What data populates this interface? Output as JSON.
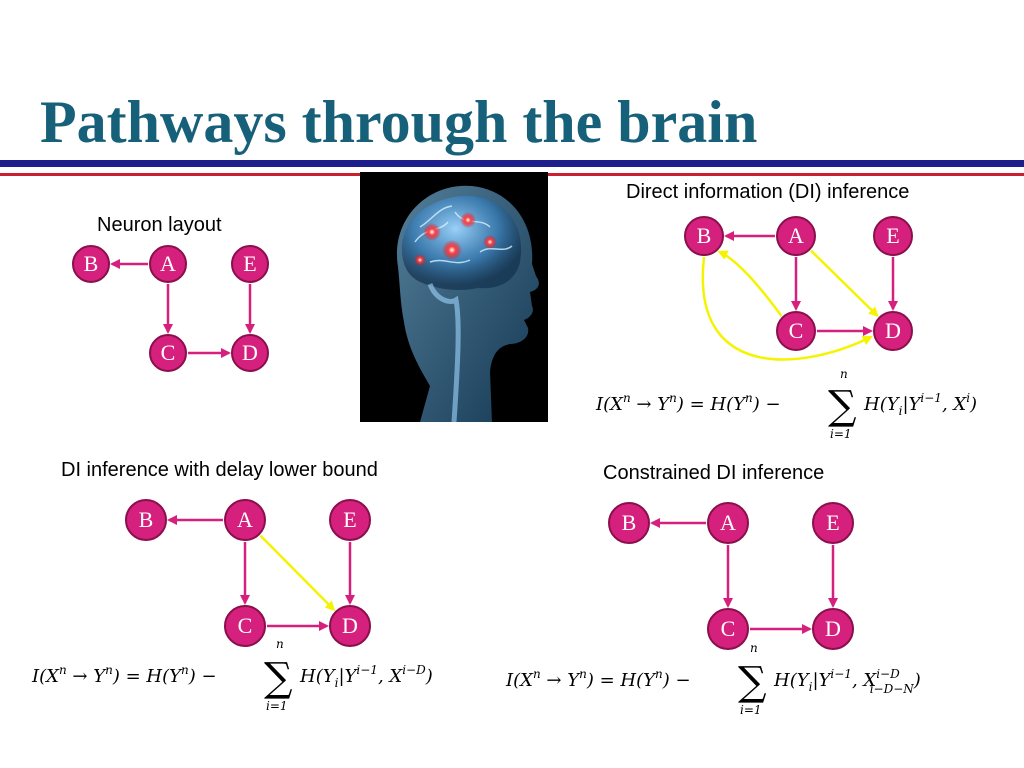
{
  "title": "Pathways through the brain",
  "colors": {
    "title": "#17607a",
    "node_fill": "#d6207e",
    "node_stroke": "#8a0f4c",
    "edge_pink": "#d6207e",
    "edge_yellow": "#f4f400",
    "rule_blue": "#1e1e8c",
    "rule_red": "#c8202c"
  },
  "image": {
    "icon": "human-head-brain-xray-image"
  },
  "panels": {
    "neuron_layout": {
      "label": "Neuron layout",
      "nodes": {
        "A": "A",
        "B": "B",
        "C": "C",
        "D": "D",
        "E": "E"
      },
      "edges": [
        [
          "A",
          "B",
          "pink"
        ],
        [
          "A",
          "C",
          "pink"
        ],
        [
          "C",
          "D",
          "pink"
        ],
        [
          "E",
          "D",
          "pink"
        ]
      ]
    },
    "di_inference": {
      "label": "Direct information  (DI) inference",
      "nodes": {
        "A": "A",
        "B": "B",
        "C": "C",
        "D": "D",
        "E": "E"
      },
      "edges": [
        [
          "A",
          "B",
          "pink"
        ],
        [
          "A",
          "C",
          "pink"
        ],
        [
          "C",
          "D",
          "pink"
        ],
        [
          "E",
          "D",
          "pink"
        ],
        [
          "C",
          "B",
          "yellow"
        ],
        [
          "A",
          "D",
          "yellow"
        ],
        [
          "B",
          "D",
          "yellow"
        ]
      ],
      "formula": {
        "lhs": "I(X",
        "lhs_sup": "n",
        "arrow": " → Y",
        "arrow_sup": "n",
        "mid": ") = H(Y",
        "mid_sup": "n",
        "minus": ") −",
        "sum_top": "n",
        "sum_sign": "∑",
        "sum_bottom": "i=1",
        "term": "H(Y",
        "term_sub": "i",
        "bar": "|Y",
        "bar_sup": "i−1",
        "comma": ", X",
        "x_sup": "i",
        "close": ")"
      }
    },
    "di_delay": {
      "label": "DI inference with delay lower bound",
      "nodes": {
        "A": "A",
        "B": "B",
        "C": "C",
        "D": "D",
        "E": "E"
      },
      "edges": [
        [
          "A",
          "B",
          "pink"
        ],
        [
          "A",
          "C",
          "pink"
        ],
        [
          "C",
          "D",
          "pink"
        ],
        [
          "E",
          "D",
          "pink"
        ],
        [
          "A",
          "D",
          "yellow"
        ]
      ],
      "formula": {
        "lhs": "I(X",
        "lhs_sup": "n",
        "arrow": " → Y",
        "arrow_sup": "n",
        "mid": ") = H(Y",
        "mid_sup": "n",
        "minus": ") −",
        "sum_top": "n",
        "sum_sign": "∑",
        "sum_bottom": "i=1",
        "term": "H(Y",
        "term_sub": "i",
        "bar": "|Y",
        "bar_sup": "i−1",
        "comma": ", X",
        "x_sup": "i−D",
        "close": ")"
      }
    },
    "constrained": {
      "label": "Constrained DI inference",
      "nodes": {
        "A": "A",
        "B": "B",
        "C": "C",
        "D": "D",
        "E": "E"
      },
      "edges": [
        [
          "A",
          "B",
          "pink"
        ],
        [
          "A",
          "C",
          "pink"
        ],
        [
          "C",
          "D",
          "pink"
        ],
        [
          "E",
          "D",
          "pink"
        ]
      ],
      "formula": {
        "lhs": "I(X",
        "lhs_sup": "n",
        "arrow": " → Y",
        "arrow_sup": "n",
        "mid": ") = H(Y",
        "mid_sup": "n",
        "minus": ") −",
        "sum_top": "n",
        "sum_sign": "∑",
        "sum_bottom": "i=1",
        "term": "H(Y",
        "term_sub": "i",
        "bar": "|Y",
        "bar_sup": "i−1",
        "comma": ", X",
        "x_sup": "i−D",
        "x_sub": "i−D−N",
        "close": ")"
      }
    }
  }
}
